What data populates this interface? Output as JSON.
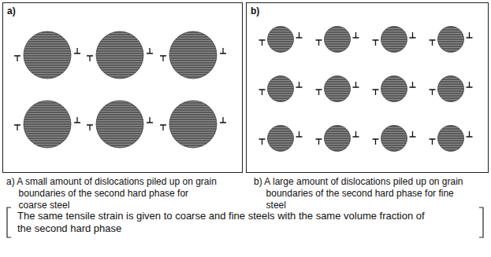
{
  "diagram": {
    "nodes": [
      {
        "text": [
          "a)"
        ]
      },
      {
        "text": [
          "b)"
        ]
      }
    ],
    "labels": [
      "a) A small amount of dislocations piled up on grain boundaries of the second hard phase for coarse steel",
      "b) A large amount of dislocations piled up on grain boundaries of the second hard phase for fine steel",
      "The same tensile strain is given to coarse and fine steels with the same volume fraction of the second hard phase"
    ]
  }
}
